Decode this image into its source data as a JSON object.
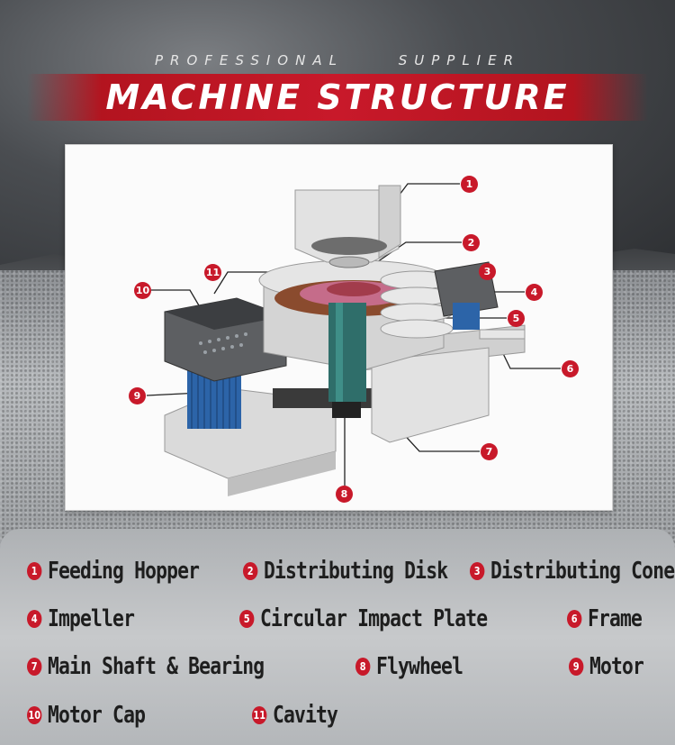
{
  "header": {
    "subtitle_left": "PROFESSIONAL",
    "subtitle_right": "SUPPLIER",
    "title": "MACHINE STRUCTURE"
  },
  "colors": {
    "accent_red": "#c8192a",
    "motor_blue": "#2c64a8",
    "shaft_green": "#2f6e6a",
    "frame_gray": "#d9d9d9"
  },
  "callouts": [
    "1",
    "2",
    "3",
    "4",
    "5",
    "6",
    "7",
    "8",
    "9",
    "10",
    "11"
  ],
  "legend": [
    {
      "num": "1",
      "label": "Feeding Hopper"
    },
    {
      "num": "2",
      "label": "Distributing Disk"
    },
    {
      "num": "3",
      "label": "Distributing Cone"
    },
    {
      "num": "4",
      "label": "Impeller"
    },
    {
      "num": "5",
      "label": "Circular Impact Plate"
    },
    {
      "num": "6",
      "label": "Frame"
    },
    {
      "num": "7",
      "label": "Main Shaft & Bearing"
    },
    {
      "num": "8",
      "label": "Flywheel"
    },
    {
      "num": "9",
      "label": "Motor"
    },
    {
      "num": "10",
      "label": "Motor Cap"
    },
    {
      "num": "11",
      "label": "Cavity"
    }
  ]
}
